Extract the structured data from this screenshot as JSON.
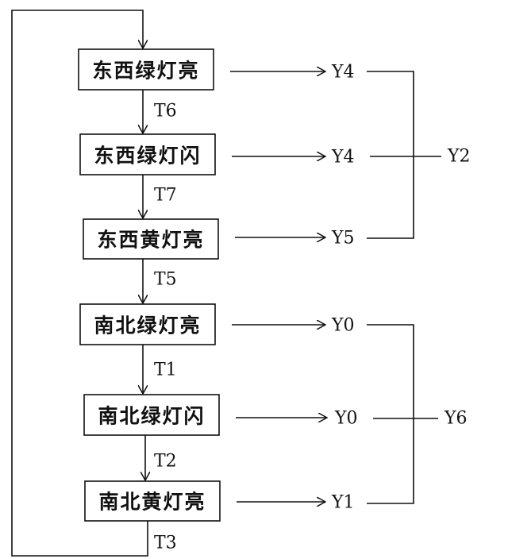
{
  "states": [
    {
      "label": "东西绿灯亮",
      "output": "Y4"
    },
    {
      "label": "东西绿灯闪",
      "output": "Y4"
    },
    {
      "label": "东西黄灯亮",
      "output": "Y5"
    },
    {
      "label": "南北绿灯亮",
      "output": "Y0"
    },
    {
      "label": "南北绿灯闪",
      "output": "Y0"
    },
    {
      "label": "南北黄灯亮",
      "output": "Y1"
    }
  ],
  "transitions": [
    "T6",
    "T7",
    "T5",
    "T1",
    "T2",
    "T3"
  ],
  "groups": [
    {
      "label": "Y2"
    },
    {
      "label": "Y6"
    }
  ]
}
